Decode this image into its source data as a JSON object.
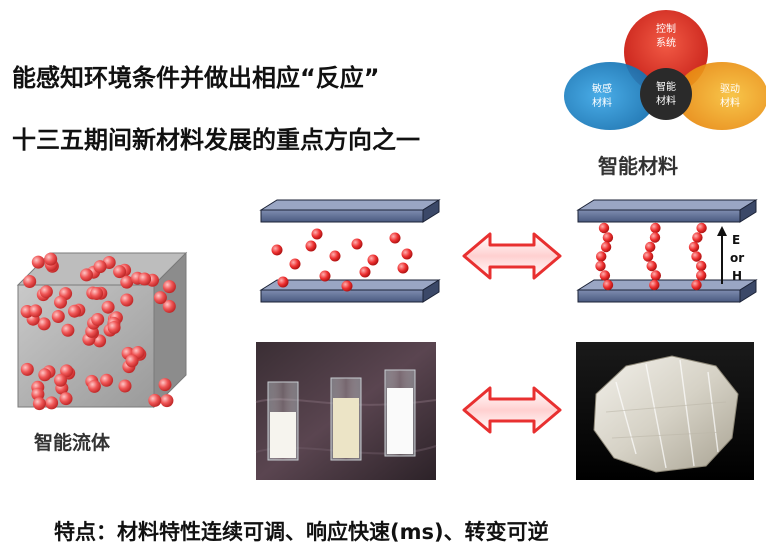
{
  "headlines": {
    "line1": "能感知环境条件并做出相应“反应”",
    "line2": "十三五期间新材料发展的重点方向之一"
  },
  "venn": {
    "caption": "智能材料",
    "top_label": [
      "控制",
      "系统"
    ],
    "left_label": [
      "敏感",
      "材料"
    ],
    "right_label": [
      "驱动",
      "材料"
    ],
    "center_label": [
      "智能",
      "材料"
    ],
    "colors": {
      "top": "#e8392b",
      "left": "#1d8fd6",
      "right": "#f2a51a",
      "center": "#2a2a2a"
    }
  },
  "cube": {
    "caption": "智能流体",
    "particle_color": "#ee5a5a"
  },
  "field_labels": [
    "E",
    "or",
    "H"
  ],
  "features": "特点：材料特性连续可调、响应快速(ms)、转变可逆",
  "colors": {
    "plate": "#5a6a90",
    "plate_edge": "#1b2236",
    "particle": "#ee3030",
    "arrow": "#e83030"
  }
}
